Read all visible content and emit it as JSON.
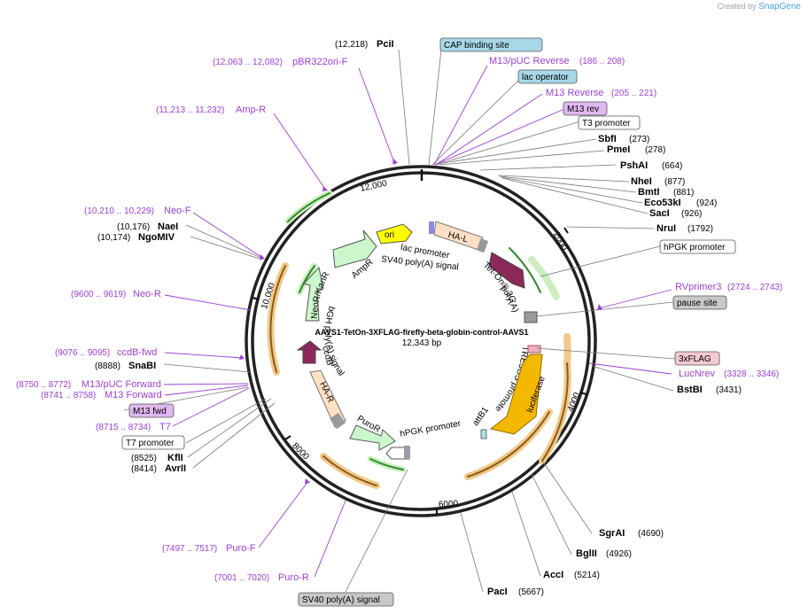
{
  "credit": {
    "prefix": "Created by",
    "brand": "SnapGene"
  },
  "plasmid": {
    "name": "AAVS1-TetOn-3XFLAG-firefly-beta-globin-control-AAVS1",
    "size": "12,343 bp",
    "ticks": [
      "2000",
      "4000",
      "6000",
      "8000",
      "10,000",
      "12,000"
    ]
  },
  "enzymes": [
    {
      "name": "PciI",
      "pos": "(12,218)"
    },
    {
      "name": "SbfI",
      "pos": "(273)"
    },
    {
      "name": "PmeI",
      "pos": "(278)"
    },
    {
      "name": "PshAI",
      "pos": "(664)"
    },
    {
      "name": "NheI",
      "pos": "(877)"
    },
    {
      "name": "BmtI",
      "pos": "(881)"
    },
    {
      "name": "Eco53kI",
      "pos": "(924)"
    },
    {
      "name": "SacI",
      "pos": "(926)"
    },
    {
      "name": "NruI",
      "pos": "(1792)"
    },
    {
      "name": "BstBI",
      "pos": "(3431)"
    },
    {
      "name": "SgrAI",
      "pos": "(4690)"
    },
    {
      "name": "BglII",
      "pos": "(4926)"
    },
    {
      "name": "AccI",
      "pos": "(5214)"
    },
    {
      "name": "PacI",
      "pos": "(5667)"
    },
    {
      "name": "AvrII",
      "pos": "(8414)"
    },
    {
      "name": "KflI",
      "pos": "(8525)"
    },
    {
      "name": "SnaBI",
      "pos": "(8888)"
    },
    {
      "name": "NgoMIV",
      "pos": "(10,174)"
    },
    {
      "name": "NaeI",
      "pos": "(10,176)"
    }
  ],
  "primers": [
    {
      "name": "pBR322ori-F",
      "pos": "(12,063 .. 12,082)"
    },
    {
      "name": "M13/pUC Reverse",
      "pos": "(186 .. 208)"
    },
    {
      "name": "M13 Reverse",
      "pos": "(205 .. 221)"
    },
    {
      "name": "Amp-R",
      "pos": "(11,213 .. 11,232)"
    },
    {
      "name": "Neo-F",
      "pos": "(10,210 .. 10,229)"
    },
    {
      "name": "Neo-R",
      "pos": "(9600 .. 9619)"
    },
    {
      "name": "RVprimer3",
      "pos": "(2724 .. 2743)"
    },
    {
      "name": "ccdB-fwd",
      "pos": "(9076 .. 9095)"
    },
    {
      "name": "M13/pUC Forward",
      "pos": "(8750 .. 8772)"
    },
    {
      "name": "M13 Forward",
      "pos": "(8741 .. 8758)"
    },
    {
      "name": "LucNrev",
      "pos": "(3328 .. 3346)"
    },
    {
      "name": "T7",
      "pos": "(8715 .. 8734)"
    },
    {
      "name": "Puro-F",
      "pos": "(7497 .. 7517)"
    },
    {
      "name": "Puro-R",
      "pos": "(7001 .. 7020)"
    }
  ],
  "boxes": [
    {
      "label": "CAP binding site",
      "style": "blue"
    },
    {
      "label": "lac operator",
      "style": "blue"
    },
    {
      "label": "M13 rev",
      "style": "purple"
    },
    {
      "label": "T3 promoter",
      "style": "white"
    },
    {
      "label": "hPGK promoter",
      "style": "white"
    },
    {
      "label": "pause site",
      "style": "gray"
    },
    {
      "label": "3xFLAG",
      "style": "pink"
    },
    {
      "label": "M13 fwd",
      "style": "purple"
    },
    {
      "label": "T7 promoter",
      "style": "white"
    },
    {
      "label": "SV40 poly(A) signal",
      "style": "gray"
    }
  ],
  "features": [
    {
      "label": "ori"
    },
    {
      "label": "HA-L"
    },
    {
      "label": "lac promoter"
    },
    {
      "label": "SV40 poly(A) signal"
    },
    {
      "label": "AmpR"
    },
    {
      "label": "Tet-On® 3G"
    },
    {
      "label": "poly(A) signal"
    },
    {
      "label": "NeoR/KanR"
    },
    {
      "label": "ccdB"
    },
    {
      "label": "bGH poly(A) signal"
    },
    {
      "label": "TRE3GS promoter"
    },
    {
      "label": "luciferase"
    },
    {
      "label": "HA-R"
    },
    {
      "label": "PuroR"
    },
    {
      "label": "hPGK promoter"
    },
    {
      "label": "attB1"
    }
  ],
  "colors": {
    "enzyme": "#000000",
    "primer": "#9b3ed6",
    "backbone": "#222222",
    "ori": "#ffff00",
    "amp": "#ccf7cc",
    "tet": "#8b2a5a",
    "luciferase": "#f5b800",
    "ha": "#fde0c4"
  }
}
